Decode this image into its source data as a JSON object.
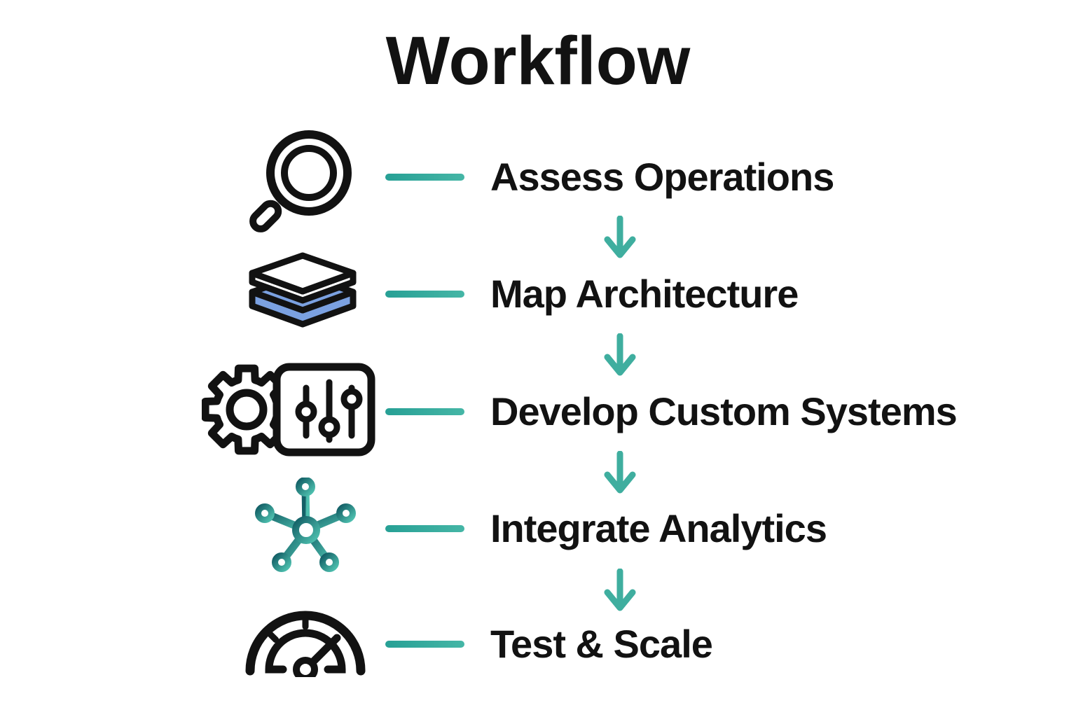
{
  "title": "Workflow",
  "colors": {
    "accent_teal": "#27a095",
    "accent_teal_light": "#45b6a6",
    "arrow_teal": "#3fae9f",
    "layer_blue": "#7ba1e1",
    "ink": "#121212",
    "background": "#ffffff",
    "net_grad_start": "#135f66",
    "net_grad_end": "#4ec0af"
  },
  "steps": [
    {
      "label": "Assess Operations",
      "icon": "magnifier-icon"
    },
    {
      "label": "Map Architecture",
      "icon": "layers-stack-icon"
    },
    {
      "label": "Develop Custom Systems",
      "icon": "gear-sliders-icon"
    },
    {
      "label": "Integrate Analytics",
      "icon": "network-hub-icon"
    },
    {
      "label": "Test & Scale",
      "icon": "gauge-icon"
    }
  ],
  "flow": {
    "direction": "top-to-bottom",
    "arrow_glyph": "down-arrow",
    "arrow_count": 4,
    "connector_glyph": "horizontal-line"
  }
}
